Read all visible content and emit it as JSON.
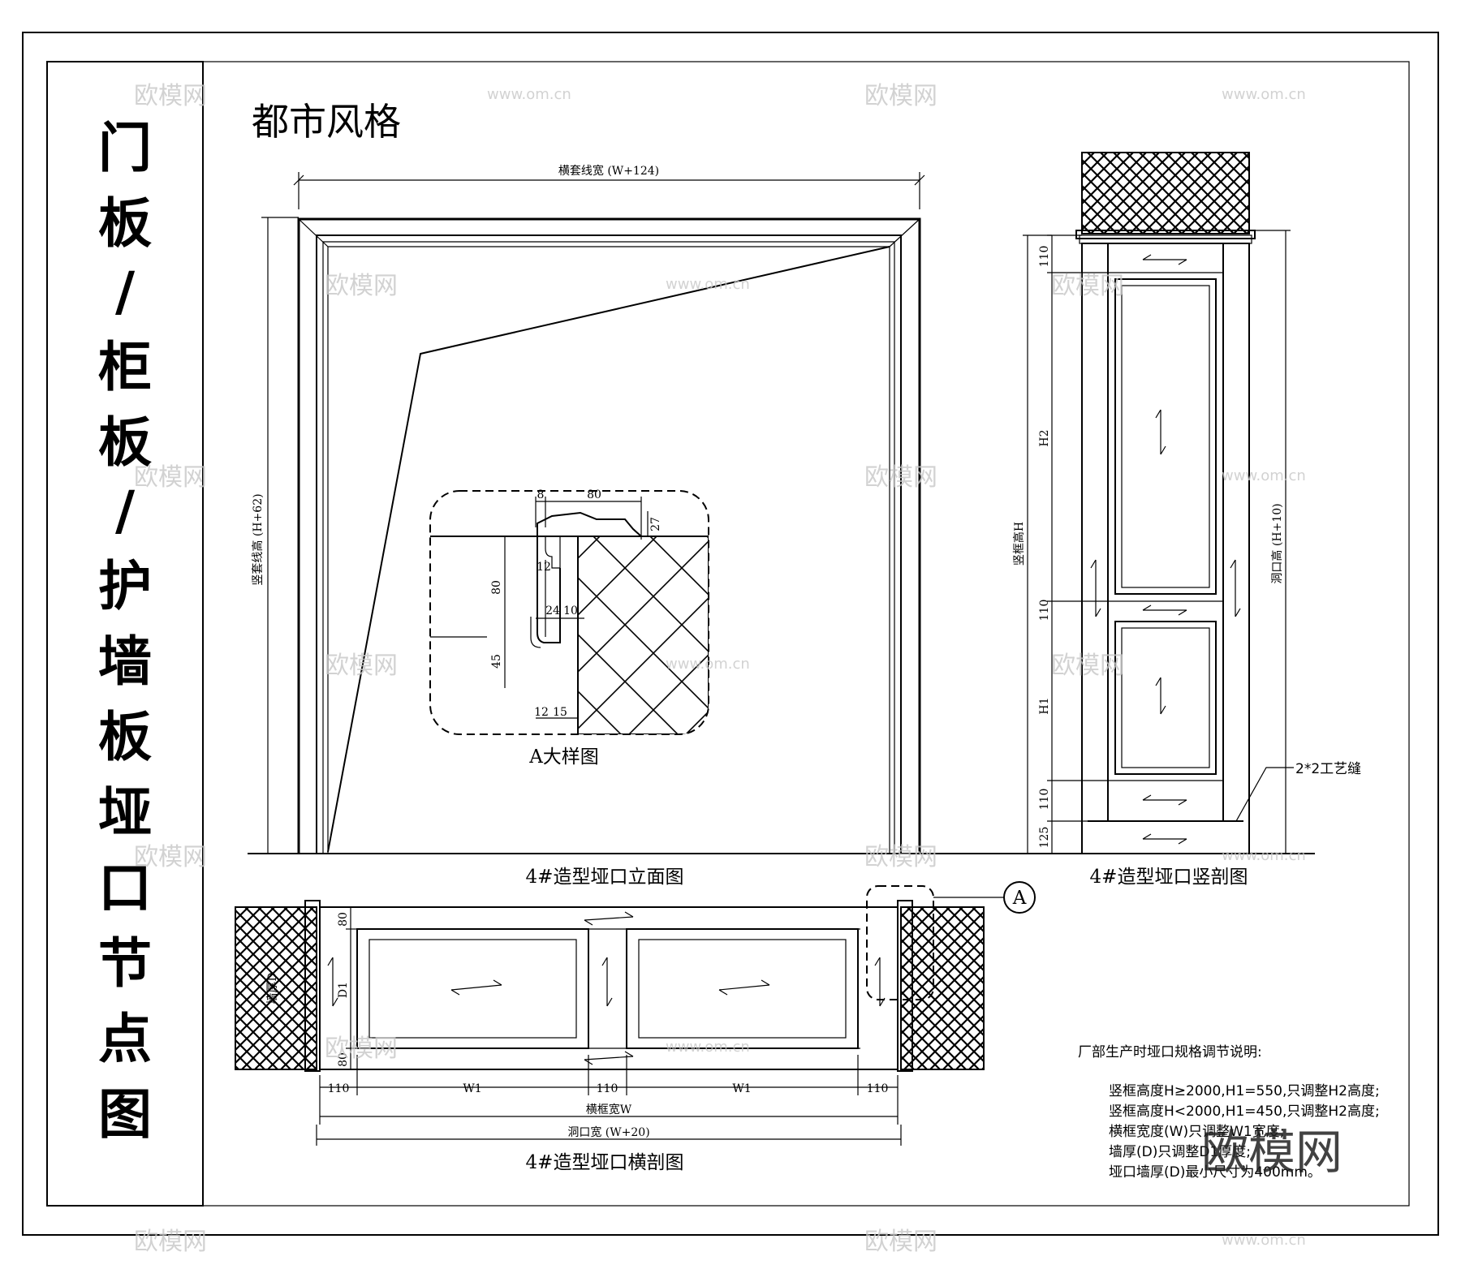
{
  "sidebar_title": [
    "门",
    "板",
    "/",
    "柜",
    "板",
    "/",
    "护",
    "墙",
    "板",
    "垭",
    "口",
    "节",
    "点",
    "图"
  ],
  "style_title": "都市风格",
  "elevation": {
    "caption": "4#造型垭口立面图",
    "top_dim": "横套线宽 (W+124)",
    "left_dim": "竖套线高 (H+62)"
  },
  "detail": {
    "caption": "A大样图",
    "dims": [
      "8",
      "80",
      "27",
      "12",
      "80",
      "24",
      "10",
      "45",
      "12",
      "15"
    ]
  },
  "vertical_section": {
    "caption": "4#造型垭口竖剖图",
    "left_dim": "竖框高H",
    "right_dim": "洞口高 (H+10)",
    "segments": [
      "110",
      "H2",
      "110",
      "H1",
      "110",
      "125"
    ],
    "gap_label": "2*2工艺缝"
  },
  "horizontal_section": {
    "caption": "4#造型垭口横剖图",
    "segments": [
      "110",
      "W1",
      "110",
      "W1",
      "110"
    ],
    "frame_width": "横框宽W",
    "opening_width": "洞口宽 (W+20)",
    "left_dims": [
      "80",
      "D1",
      "80"
    ],
    "wall_label": "墙厚D"
  },
  "section_marker": "A",
  "notes": {
    "title": "厂部生产时垭口规格调节说明:",
    "lines": [
      "竖框高度H≥2000,H1=550,只调整H2高度;",
      "竖框高度H<2000,H1=450,只调整H2高度;",
      "横框宽度(W)只调整W1宽度;",
      "墙厚(D)只调整D1厚度;",
      "垭口墙厚(D)最小尺寸为400mm。"
    ]
  },
  "watermarks": {
    "logo": "欧模网",
    "url": "www.om.cn"
  }
}
